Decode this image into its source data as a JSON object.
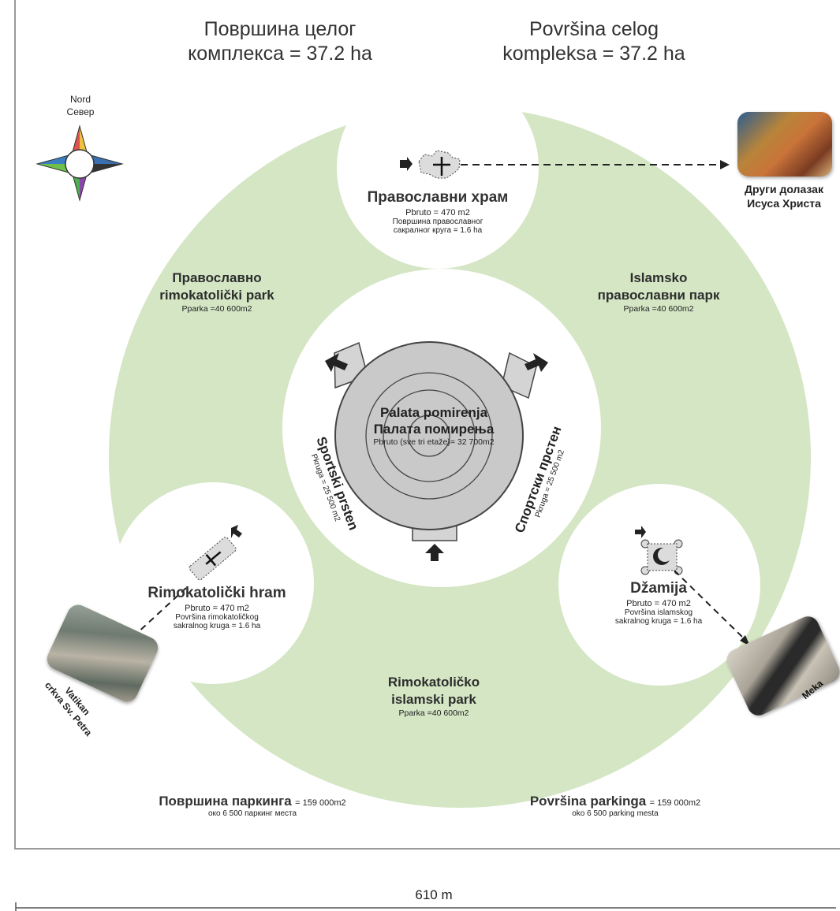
{
  "header": {
    "area_cyrillic_line1": "Површина целог",
    "area_cyrillic_line2": "комплекса = 37.2 ha",
    "area_latin_line1": "Površina celog",
    "area_latin_line2": "kompleksa = 37.2 ha"
  },
  "compass": {
    "nord": "Nord",
    "sever": "Север",
    "icon": "compass-rose-icon"
  },
  "orthodox_temple": {
    "title": "Православни храм",
    "gross": "Pbruto = 470 m2",
    "circle_line1": "Површина православног",
    "circle_line2": "сакралног круга = 1.6 ha",
    "icon": "cross-icon"
  },
  "second_coming": {
    "line1": "Други долазак",
    "line2": "Исуса Христа"
  },
  "park_left": {
    "line1": "Православно",
    "line2": "rimokatolički park",
    "area": "Pparka =40 600m2"
  },
  "park_right": {
    "line1": "Islamsko",
    "line2": "православни парк",
    "area": "Pparka =40 600m2"
  },
  "park_bottom": {
    "line1": "Rimokatoličko",
    "line2": "islamski park",
    "area": "Pparka =40 600m2"
  },
  "palace": {
    "line1": "Palata pomirenja",
    "line2": "Палата помирења",
    "gross": "Pbruto (sve tri etaže)= 32 700m2"
  },
  "sport_ring_left": {
    "title": "Sportski prsten",
    "area": "Pkruga = 25 500 m2"
  },
  "sport_ring_right": {
    "title": "Спортски прстен",
    "area": "Pkruga = 25 500 m2"
  },
  "catholic_temple": {
    "title": "Rimokatolički hram",
    "gross": "Pbruto = 470 m2",
    "circle_line1": "Površina rimokatoličkog",
    "circle_line2": "sakralnog kruga = 1.6 ha"
  },
  "vatican": {
    "line1": "Vatikan",
    "line2": "crkva Sv. Petra"
  },
  "mosque": {
    "title": "Džamija",
    "gross": "Pbruto = 470 m2",
    "circle_line1": "Površina islamskog",
    "circle_line2": "sakralnog kruga = 1.6 ha",
    "icon": "crescent-icon"
  },
  "mecca": {
    "label": "Meka"
  },
  "parking_left": {
    "title": "Површина паркинга",
    "value": "= 159 000m2",
    "sub": "око 6 500 паркинг места"
  },
  "parking_right": {
    "title": "Površina parkinga",
    "value": "= 159 000m2",
    "sub": "oko 6 500 parking mesta"
  },
  "scale": {
    "label": "610 m"
  },
  "colors": {
    "park_green": "#d4e6c4",
    "palace_gray": "#c9c9c9",
    "annex_gray": "#d4d4d4"
  }
}
